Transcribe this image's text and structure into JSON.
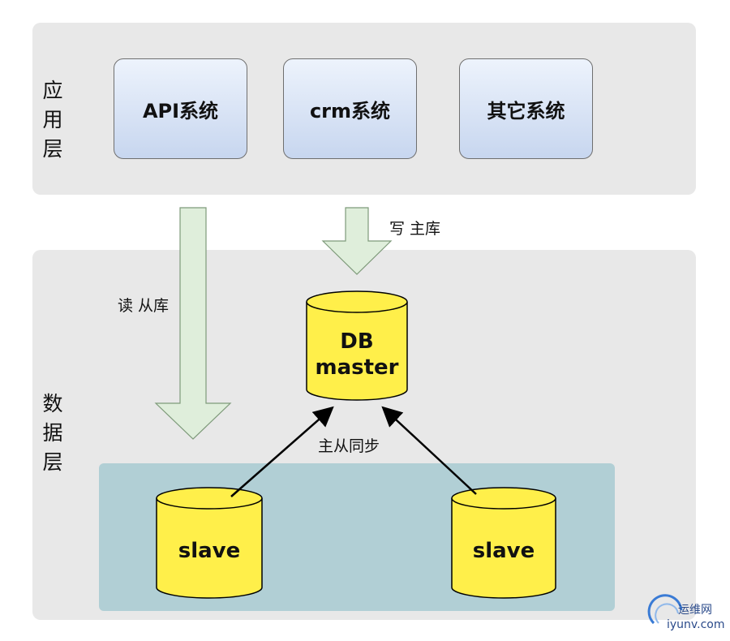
{
  "layers": {
    "app": {
      "label": "应用层"
    },
    "data": {
      "label": "数据层"
    }
  },
  "systems": [
    {
      "label": "API系统"
    },
    {
      "label": "crm系统"
    },
    {
      "label": "其它系统"
    }
  ],
  "arrows": {
    "write_label": "写 主库",
    "read_label": "读 从库",
    "sync_label": "主从同步"
  },
  "databases": {
    "master": {
      "line1": "DB",
      "line2": "master"
    },
    "slaves": [
      {
        "label": "slave"
      },
      {
        "label": "slave"
      }
    ]
  },
  "colors": {
    "layer_bg": "#e8e8e8",
    "system_box_top": "#edf3fc",
    "system_box_bottom": "#c7d6ef",
    "fat_arrow_fill": "#dfeedb",
    "db_fill": "#ffef4a",
    "slave_area": "#b1cfd5"
  },
  "watermark": {
    "top_text": "运维网",
    "bottom_text": "iyunv.com"
  }
}
